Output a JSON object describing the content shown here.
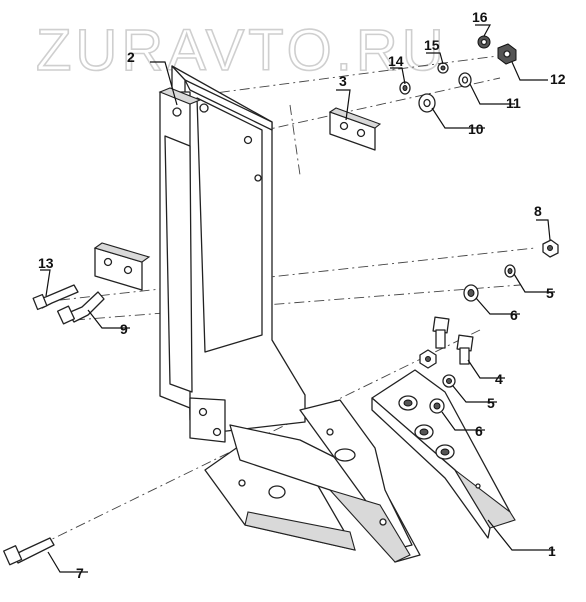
{
  "watermark": "ZURAVTO.RU",
  "callouts": {
    "c1": "1",
    "c2": "2",
    "c3": "3",
    "c4": "4",
    "c5a": "5",
    "c5b": "5",
    "c6a": "6",
    "c6b": "6",
    "c7": "7",
    "c8": "8",
    "c9": "9",
    "c10": "10",
    "c11": "11",
    "c12": "12",
    "c13": "13",
    "c14": "14",
    "c15": "15",
    "c16": "16"
  }
}
